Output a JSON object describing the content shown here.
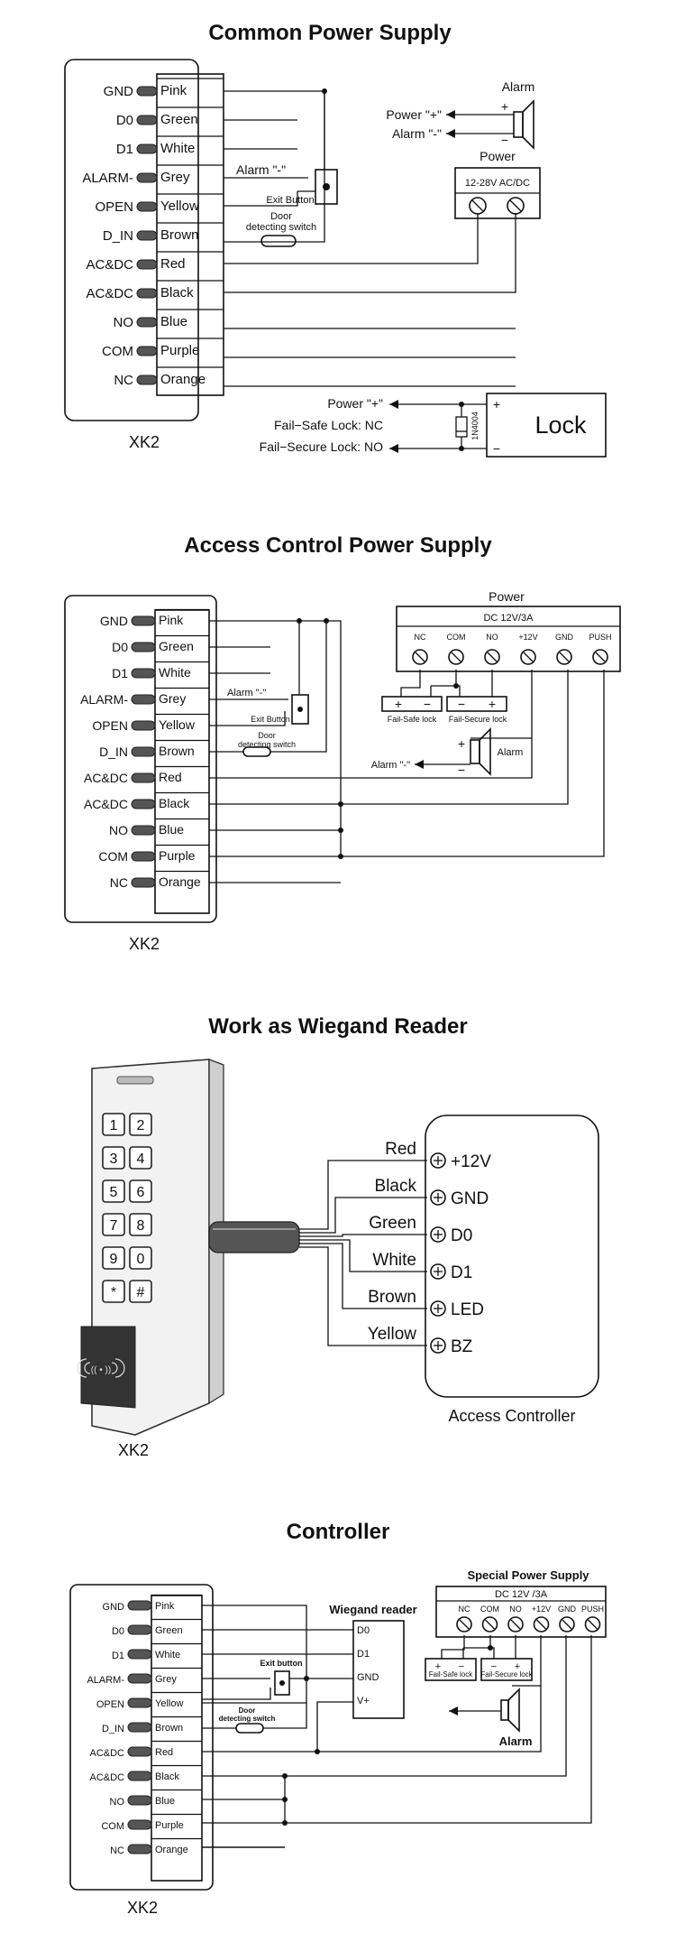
{
  "diagram1": {
    "title": "Common Power Supply",
    "device": "XK2",
    "pins": [
      "GND",
      "D0",
      "D1",
      "ALARM-",
      "OPEN",
      "D_IN",
      "AC&DC",
      "AC&DC",
      "NO",
      "COM",
      "NC"
    ],
    "wires": [
      "Pink",
      "Green",
      "White",
      "Grey",
      "Yellow",
      "Brown",
      "Red",
      "Black",
      "Blue",
      "Purple",
      "Orange"
    ],
    "alarm": "Alarm",
    "power_plus": "Power \"+\"",
    "alarm_minus": "Alarm \"-\"",
    "plus": "+",
    "minus": "−",
    "power": "Power",
    "power_spec": "12-28V AC/DC",
    "exit_alarm": "Alarm \"-\"",
    "exit_button": "Exit Button",
    "door_switch_1": "Door",
    "door_switch_2": "detecting  switch",
    "lock_power": "Power \"+\"",
    "fail_safe": "Fail−Safe Lock: NC",
    "fail_secure": "Fail−Secure Lock: NO",
    "diode": "1N4004",
    "lock": "Lock"
  },
  "diagram2": {
    "title": "Access Control Power Supply",
    "device": "XK2",
    "pins": [
      "GND",
      "D0",
      "D1",
      "ALARM-",
      "OPEN",
      "D_IN",
      "AC&DC",
      "AC&DC",
      "NO",
      "COM",
      "NC"
    ],
    "wires": [
      "Pink",
      "Green",
      "White",
      "Grey",
      "Yellow",
      "Brown",
      "Red",
      "Black",
      "Blue",
      "Purple",
      "Orange"
    ],
    "power": "Power",
    "power_spec": "DC 12V/3A",
    "terminals": [
      "NC",
      "COM",
      "NO",
      "+12V",
      "GND",
      "PUSH"
    ],
    "fail_safe": "Fail-Safe lock",
    "fail_secure": "Fail-Secure lock",
    "plus": "+",
    "minus": "−",
    "alarm": "Alarm",
    "alarm_minus": "Alarm \"-\"",
    "exit_alarm": "Alarm \"-\"",
    "exit_button": "Exit Button",
    "door_switch_1": "Door",
    "door_switch_2": "detecting  switch"
  },
  "diagram3": {
    "title": "Work as Wiegand Reader",
    "device": "XK2",
    "keys": [
      "1",
      "2",
      "3",
      "4",
      "5",
      "6",
      "7",
      "8",
      "9",
      "0",
      "*",
      "#"
    ],
    "wires": [
      "Red",
      "Black",
      "Green",
      "White",
      "Brown",
      "Yellow"
    ],
    "terminals": [
      "+12V",
      "GND",
      "D0",
      "D1",
      "LED",
      "BZ"
    ],
    "controller": "Access Controller"
  },
  "diagram4": {
    "title": "Controller",
    "device": "XK2",
    "pins": [
      "GND",
      "D0",
      "D1",
      "ALARM-",
      "OPEN",
      "D_IN",
      "AC&DC",
      "AC&DC",
      "NO",
      "COM",
      "NC"
    ],
    "wires": [
      "Pink",
      "Green",
      "White",
      "Grey",
      "Yellow",
      "Brown",
      "Red",
      "Black",
      "Blue",
      "Purple",
      "Orange"
    ],
    "special_power": "Special Power Supply",
    "power_spec": "DC 12V /3A",
    "terminals": [
      "NC",
      "COM",
      "NO",
      "+12V",
      "GND",
      "PUSH"
    ],
    "wiegand_reader": "Wiegand reader",
    "reader_terms": [
      "D0",
      "D1",
      "GND",
      "V+"
    ],
    "exit_button": "Exit button",
    "door_switch_1": "Door",
    "door_switch_2": "detecting switch",
    "fail_safe": "Fail-Safe lock",
    "fail_secure": "Fail-Secure lock",
    "plus": "+",
    "minus": "−",
    "alarm": "Alarm"
  }
}
